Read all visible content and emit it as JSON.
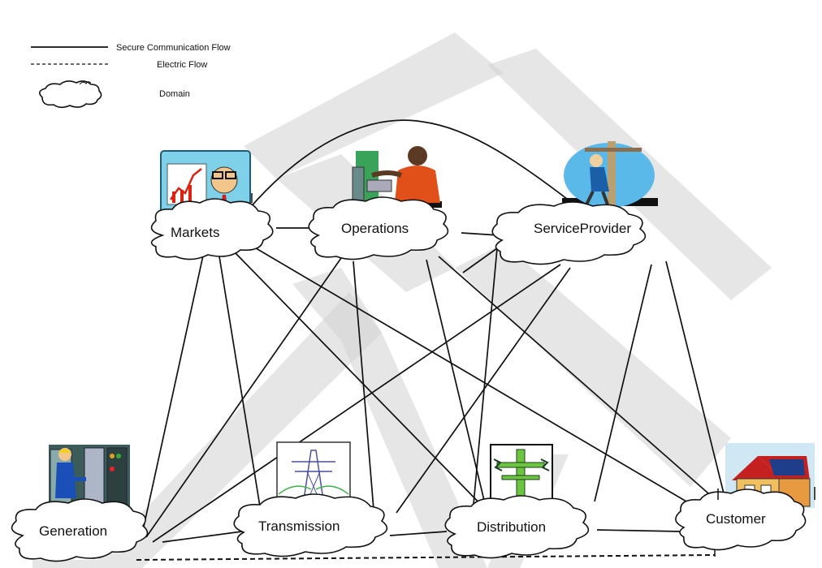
{
  "legend": {
    "secure_flow": "Secure Communication Flow",
    "electric_flow": "Electric Flow",
    "domain": "Domain"
  },
  "nodes": {
    "markets": "Markets",
    "operations": "Operations",
    "service_provider": "ServiceProvider",
    "generation": "Generation",
    "transmission": "Transmission",
    "distribution": "Distribution",
    "customer": "Customer"
  },
  "icons": {
    "markets": "presenter-chart-icon",
    "operations": "control-room-operator-icon",
    "service_provider": "lineman-pole-icon",
    "generation": "power-plant-worker-icon",
    "transmission": "transmission-tower-icon",
    "distribution": "utility-pole-icon",
    "customer": "solar-house-icon"
  },
  "colors": {
    "line": "#111111",
    "watermark": "#d2d2d2"
  }
}
